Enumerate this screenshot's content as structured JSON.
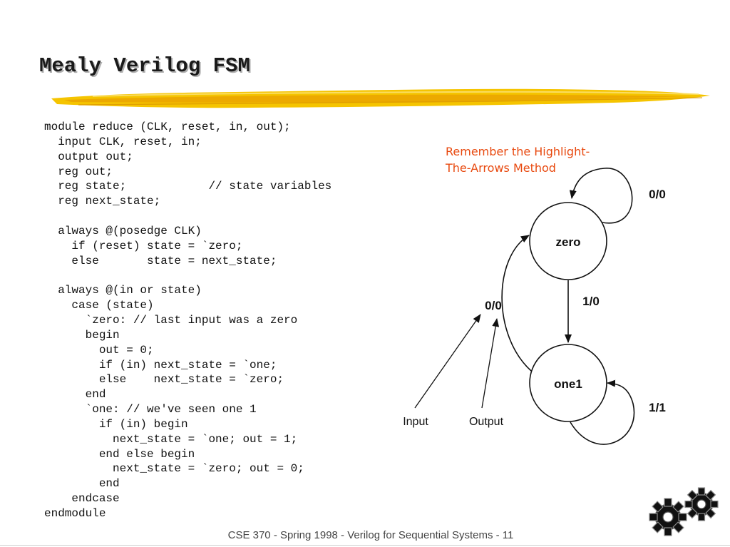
{
  "slide": {
    "title": "Mealy Verilog FSM",
    "footer": "CSE 370 - Spring 1998 - Verilog for Sequential Systems - 11"
  },
  "code": {
    "lines": [
      "module reduce (CLK, reset, in, out);",
      "  input CLK, reset, in;",
      "  output out;",
      "  reg out;",
      "  reg state;            // state variables",
      "  reg next_state;",
      "",
      "  always @(posedge CLK)",
      "    if (reset) state = `zero;",
      "    else       state = next_state;",
      "",
      "  always @(in or state)",
      "    case (state)",
      "      `zero: // last input was a zero",
      "      begin",
      "        out = 0;",
      "        if (in) next_state = `one;",
      "        else    next_state = `zero;",
      "      end",
      "      `one: // we've seen one 1",
      "        if (in) begin",
      "          next_state = `one; out = 1;",
      "        end else begin",
      "          next_state = `zero; out = 0;",
      "        end",
      "    endcase",
      "endmodule"
    ]
  },
  "annotation": {
    "line1": "Remember the Highlight-",
    "line2": "The-Arrows Method",
    "color": "#e8490f"
  },
  "diagram": {
    "states": {
      "zero": "zero",
      "one": "one1"
    },
    "transitions": {
      "zero_self": "0/0",
      "zero_to_one": "1/0",
      "one_to_zero": "0/0",
      "one_self": "1/1"
    },
    "pointers": {
      "input": "Input",
      "output": "Output"
    }
  },
  "colors": {
    "brush_yellow": "#f5c400",
    "brush_orange": "#e8a000",
    "gear": "#1a1a1a"
  }
}
